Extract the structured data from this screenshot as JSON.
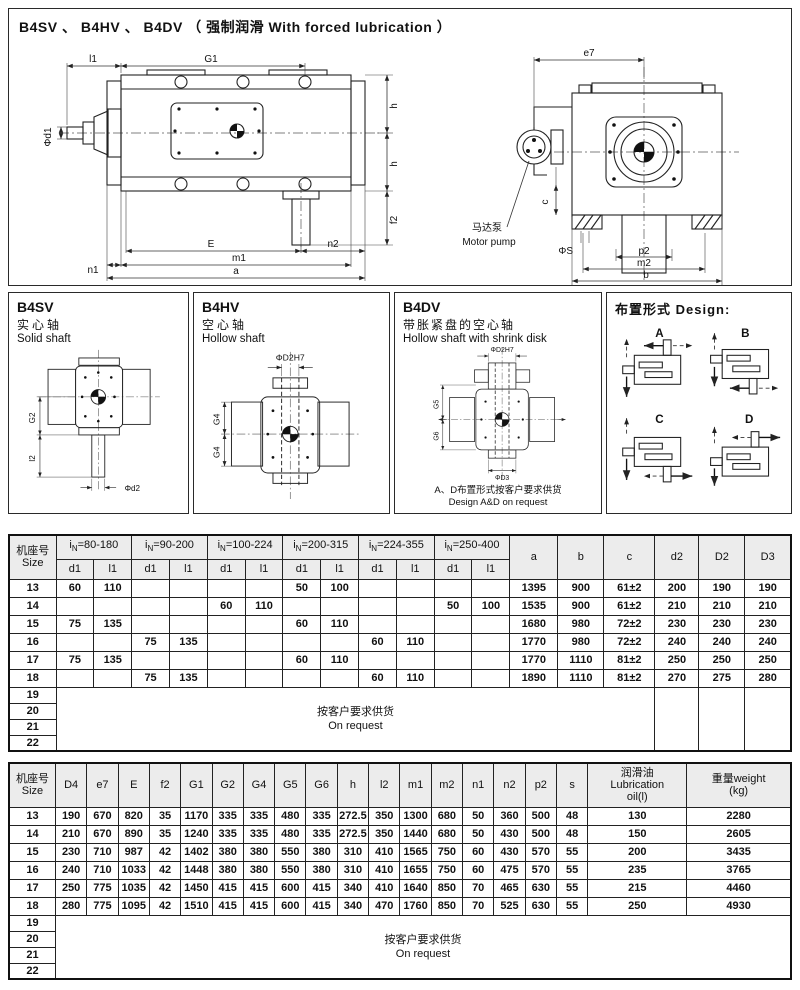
{
  "page_title": "B4SV 、 B4HV 、 B4DV （ 强制润滑 With forced lubrication ）",
  "side_view": {
    "dims": {
      "l1": "l1",
      "G1": "G1",
      "phi_d1": "Φd1",
      "h_top": "h",
      "h_bottom": "h",
      "f2": "f2",
      "E": "E",
      "n2": "n2",
      "n1": "n1",
      "m1": "m1",
      "a": "a"
    }
  },
  "end_view": {
    "dims": {
      "e7": "e7",
      "c": "c",
      "phi_S": "ΦS",
      "p2": "p2",
      "m2": "m2",
      "b": "b"
    },
    "motor_pump_cn": "马达泵",
    "motor_pump_en": "Motor pump"
  },
  "variants": [
    {
      "code": "B4SV",
      "name_cn": "实心轴",
      "name_en": "Solid shaft",
      "dims": {
        "left_top": "G2",
        "left_bottom": "l2",
        "bottom": "Φd2"
      }
    },
    {
      "code": "B4HV",
      "name_cn": "空心轴",
      "name_en": "Hollow shaft",
      "dims": {
        "top": "ΦD2H7",
        "left_top": "G4",
        "left_bottom": "G4"
      }
    },
    {
      "code": "B4DV",
      "name_cn": "带胀紧盘的空心轴",
      "name_en": "Hollow shaft with shrink disk",
      "dims": {
        "top": "ΦD2H7",
        "left_top": "G5",
        "left_bottom": "G6",
        "bottom": "ΦD3"
      },
      "note_cn": "A、D布置形式按客户要求供货",
      "note_en": "Design A&D on request"
    }
  ],
  "design": {
    "title": "布置形式 Design:",
    "options": [
      "A",
      "B",
      "C",
      "D"
    ]
  },
  "table1": {
    "size_header_cn": "机座号",
    "size_header_en": "Size",
    "ratio_groups": [
      "iN=80-180",
      "iN=90-200",
      "iN=100-224",
      "iN=200-315",
      "iN=224-355",
      "iN=250-400"
    ],
    "sub_headers": [
      "d1",
      "l1"
    ],
    "tail_headers": [
      "a",
      "b",
      "c",
      "d2",
      "D2",
      "D3"
    ],
    "rows": [
      {
        "size": "13",
        "cells": [
          "60",
          "110",
          "",
          "",
          "",
          "",
          "50",
          "100",
          "",
          "",
          "",
          "",
          "1395",
          "900",
          "61±2",
          "200",
          "190",
          "190"
        ]
      },
      {
        "size": "14",
        "cells": [
          "",
          "",
          "",
          "",
          "60",
          "110",
          "",
          "",
          "",
          "",
          "50",
          "100",
          "1535",
          "900",
          "61±2",
          "210",
          "210",
          "210"
        ]
      },
      {
        "size": "15",
        "cells": [
          "75",
          "135",
          "",
          "",
          "",
          "",
          "60",
          "110",
          "",
          "",
          "",
          "",
          "1680",
          "980",
          "72±2",
          "230",
          "230",
          "230"
        ]
      },
      {
        "size": "16",
        "cells": [
          "",
          "",
          "75",
          "135",
          "",
          "",
          "",
          "",
          "60",
          "110",
          "",
          "",
          "1770",
          "980",
          "72±2",
          "240",
          "240",
          "240"
        ]
      },
      {
        "size": "17",
        "cells": [
          "75",
          "135",
          "",
          "",
          "",
          "",
          "60",
          "110",
          "",
          "",
          "",
          "",
          "1770",
          "1110",
          "81±2",
          "250",
          "250",
          "250"
        ]
      },
      {
        "size": "18",
        "cells": [
          "",
          "",
          "75",
          "135",
          "",
          "",
          "",
          "",
          "60",
          "110",
          "",
          "",
          "1890",
          "1110",
          "81±2",
          "270",
          "275",
          "280"
        ]
      }
    ],
    "on_request_sizes": [
      "19",
      "20",
      "21",
      "22"
    ],
    "on_request_cn": "按客户要求供货",
    "on_request_en": "On request"
  },
  "table2": {
    "size_header_cn": "机座号",
    "size_header_en": "Size",
    "headers": [
      "D4",
      "e7",
      "E",
      "f2",
      "G1",
      "G2",
      "G4",
      "G5",
      "G6",
      "h",
      "l2",
      "m1",
      "m2",
      "n1",
      "n2",
      "p2",
      "s"
    ],
    "oil_header_lines": [
      "润滑油",
      "Lubrication",
      "oil(l)"
    ],
    "weight_header_lines": [
      "重量weight",
      "(kg)"
    ],
    "rows": [
      {
        "size": "13",
        "cells": [
          "190",
          "670",
          "820",
          "35",
          "1170",
          "335",
          "335",
          "480",
          "335",
          "272.5",
          "350",
          "1300",
          "680",
          "50",
          "360",
          "500",
          "48",
          "130",
          "2280"
        ]
      },
      {
        "size": "14",
        "cells": [
          "210",
          "670",
          "890",
          "35",
          "1240",
          "335",
          "335",
          "480",
          "335",
          "272.5",
          "350",
          "1440",
          "680",
          "50",
          "430",
          "500",
          "48",
          "150",
          "2605"
        ]
      },
      {
        "size": "15",
        "cells": [
          "230",
          "710",
          "987",
          "42",
          "1402",
          "380",
          "380",
          "550",
          "380",
          "310",
          "410",
          "1565",
          "750",
          "60",
          "430",
          "570",
          "55",
          "200",
          "3435"
        ]
      },
      {
        "size": "16",
        "cells": [
          "240",
          "710",
          "1033",
          "42",
          "1448",
          "380",
          "380",
          "550",
          "380",
          "310",
          "410",
          "1655",
          "750",
          "60",
          "475",
          "570",
          "55",
          "235",
          "3765"
        ]
      },
      {
        "size": "17",
        "cells": [
          "250",
          "775",
          "1035",
          "42",
          "1450",
          "415",
          "415",
          "600",
          "415",
          "340",
          "410",
          "1640",
          "850",
          "70",
          "465",
          "630",
          "55",
          "215",
          "4460"
        ]
      },
      {
        "size": "18",
        "cells": [
          "280",
          "775",
          "1095",
          "42",
          "1510",
          "415",
          "415",
          "600",
          "415",
          "340",
          "470",
          "1760",
          "850",
          "70",
          "525",
          "630",
          "55",
          "250",
          "4930"
        ]
      }
    ],
    "on_request_sizes": [
      "19",
      "20",
      "21",
      "22"
    ],
    "on_request_cn": "按客户要求供货",
    "on_request_en": "On request"
  }
}
